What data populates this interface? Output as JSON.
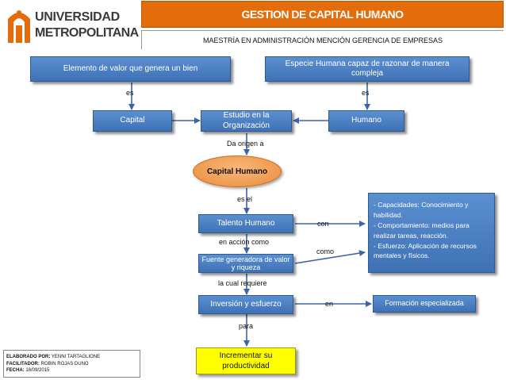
{
  "header": {
    "title": "GESTION DE CAPITAL HUMANO",
    "subtitle": "MAESTRÍA EN ADMINISTRACIÓN MENCIÓN GERENCIA DE EMPRESAS",
    "logo_line1": "UNIVERSIDAD",
    "logo_line2": "METROPOLITANA"
  },
  "nodes": {
    "elemento": "Elemento de valor que genera un bien",
    "especie": "Especie Humana capaz de razonar de manera compleja",
    "capital": "Capital",
    "estudio": "Estudio en la Organización",
    "humano": "Humano",
    "capital_humano": "Capital Humano",
    "talento": "Talento Humano",
    "fuente": "Fuente generadora de valor y riqueza",
    "inversion": "Inversión y esfuerzo",
    "formacion": "Formación especializada",
    "incrementar": "Incrementar su productividad",
    "detalle": "- Capacidades: Conocimiento y habilidad.\n- Comportamiento: medios para realizar tareas, reacción.\n- Esfuerzo: Aplicación de recursos mentales y físicos."
  },
  "connectors": {
    "es_left": "es",
    "es_right": "es",
    "da_origen": "Da origen a",
    "es_el": "es el",
    "con": "con",
    "en_accion": "en acción como",
    "como": "como",
    "la_cual": "la cual requiere",
    "en": "en",
    "para": "para"
  },
  "footer": {
    "elaborado_label": "ELABORADO POR:",
    "elaborado_value": "YENNI TARTAGLIONE",
    "facilitador_label": "FACILITADOR:",
    "facilitador_value": "ROBIN ROJAS DUNO",
    "fecha_label": "FECHA:",
    "fecha_value": "18/09/2015"
  },
  "colors": {
    "box_blue": "#4a7fc1",
    "header_orange": "#e46c0a",
    "oval_orange": "#f0a05a",
    "highlight_yellow": "#ffff00",
    "logo_orange": "#e46c0a"
  }
}
